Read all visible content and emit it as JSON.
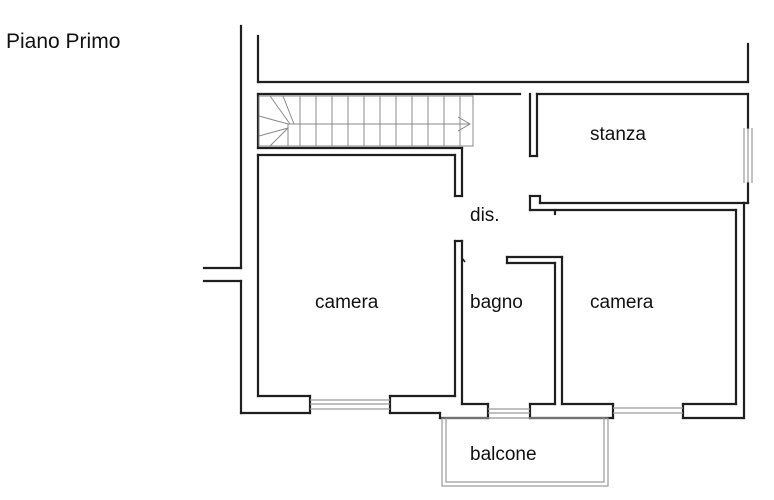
{
  "plan": {
    "title": "Piano Primo",
    "rooms": {
      "stanza": "stanza",
      "dis": "dis.",
      "camera_left": "camera",
      "bagno": "bagno",
      "camera_right": "camera",
      "balcone": "balcone"
    }
  }
}
